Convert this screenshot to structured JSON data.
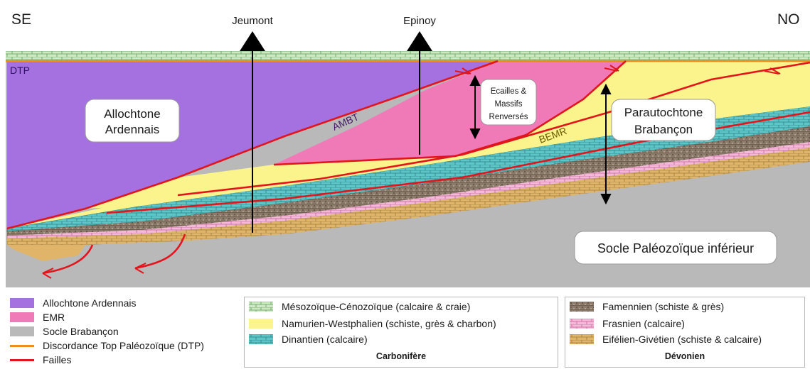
{
  "section": {
    "left_end": "SE",
    "right_end": "NO",
    "wells": [
      "Jeumont",
      "Epinoy"
    ],
    "units": {
      "dtp": "DTP",
      "allochtone": [
        "Allochtone",
        "Ardennais"
      ],
      "ecailles": [
        "Ecailles &",
        "Massifs",
        "Renversés"
      ],
      "parautochtone": [
        "Parautochtone",
        "Brabançon"
      ],
      "socle": "Socle Paléozoïque inférieur"
    },
    "faults": {
      "ambt": "AMBT",
      "bemr": "BEMR"
    }
  },
  "legend": {
    "group1": [
      {
        "label": "Allochtone Ardennais",
        "color": "#a571e0"
      },
      {
        "label": "EMR",
        "color": "#f07ab8"
      },
      {
        "label": "Socle Brabançon",
        "color": "#b9b9b9"
      },
      {
        "label": "Discordance Top Paléozoïque (DTP)",
        "color": "#f08a1c"
      },
      {
        "label": "Failles",
        "color": "#e3151c"
      }
    ],
    "carbonifere": {
      "title": "Carbonifère",
      "items": [
        {
          "label": "Mésozoïque-Cénozoïque (calcaire & craie)",
          "color": "#cfe8c4"
        },
        {
          "label": "Namurien-Westphalien (schiste, grès & charbon)",
          "color": "#fbf48c"
        },
        {
          "label": "Dinantien (calcaire)",
          "color": "#5cc6c8"
        }
      ]
    },
    "devonien": {
      "title": "Dévonien",
      "items": [
        {
          "label": "Famennien (schiste & grès)",
          "color": "#8c7b6a"
        },
        {
          "label": "Frasnien (calcaire)",
          "color": "#f4b8d8"
        },
        {
          "label": "Eifélien-Givétien (schiste & calcaire)",
          "color": "#e0b56a"
        }
      ]
    }
  }
}
